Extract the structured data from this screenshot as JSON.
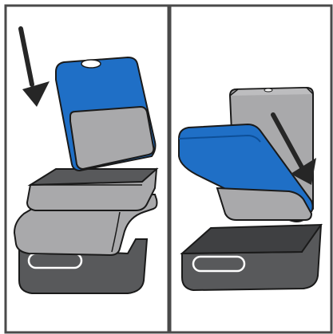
{
  "diagram": {
    "panels": [
      {
        "id": "panel-step-1",
        "content": "seat-base-with-blue-cover-raised",
        "arrow": "down-arrow-icon"
      },
      {
        "id": "panel-step-2",
        "content": "blue-cushion-hinged-over-base",
        "arrow": "down-arrow-icon"
      }
    ],
    "colors": {
      "border": "#4a4a4a",
      "blue": "#1f6fc6",
      "blue_dark": "#0d4f98",
      "light_gray": "#a9a9ab",
      "mid_gray": "#8f9092",
      "dark_gray": "#58595b",
      "darker_gray": "#3f4042",
      "outline": "#1a1a1a",
      "arrow": "#262626"
    }
  }
}
